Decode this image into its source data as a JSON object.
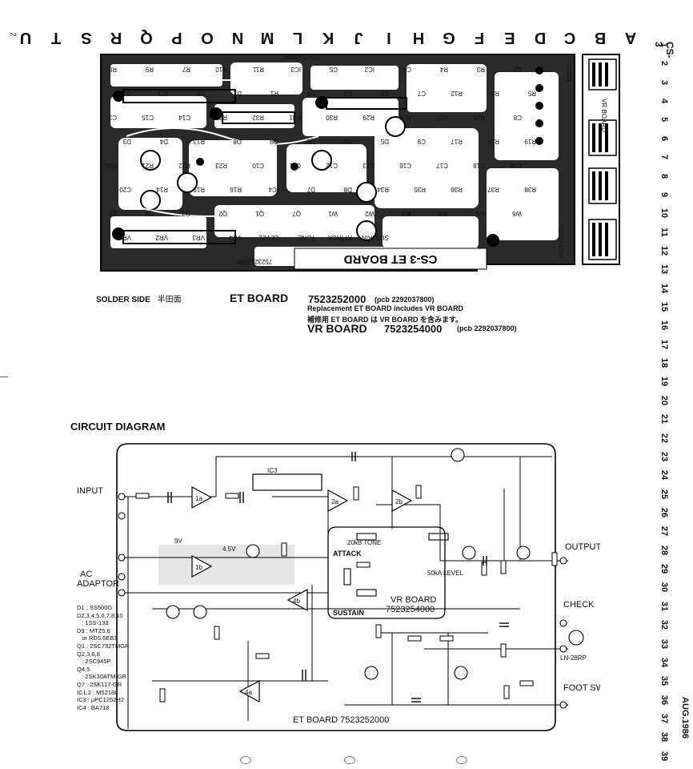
{
  "page": {
    "page_number": "2",
    "board_id": "CS-3",
    "date": "AUG.1986"
  },
  "grid": {
    "letters": [
      "A",
      "B",
      "C",
      "D",
      "E",
      "F",
      "G",
      "H",
      "I",
      "J",
      "K",
      "L",
      "M",
      "N",
      "O",
      "P",
      "Q",
      "R",
      "S",
      "T",
      "U"
    ],
    "numbers": [
      "1",
      "2",
      "3",
      "4",
      "5",
      "6",
      "7",
      "8",
      "9",
      "10",
      "11",
      "12",
      "13",
      "14",
      "15",
      "16",
      "17",
      "18",
      "19",
      "20",
      "21",
      "22",
      "23",
      "24",
      "25",
      "26",
      "27",
      "28",
      "29",
      "30",
      "31",
      "32",
      "33",
      "34",
      "35",
      "36",
      "37",
      "38",
      "39"
    ]
  },
  "pcb": {
    "board_title": "CS-3 ET BOARD",
    "board_number": "7523252000",
    "pcb_number": "2292037800",
    "vr_board_title": "VR BOARD",
    "vr_board_number": "7523254000",
    "vr_board_code": "22920",
    "labels": [
      "R8",
      "R9",
      "R7",
      "R10",
      "R11",
      "IC3",
      "C5",
      "IC2",
      "C4",
      "R4",
      "R3",
      "C2",
      "C1",
      "IC1",
      "D2",
      "D1",
      "R1",
      "D9",
      "R2",
      "C6",
      "C7",
      "R12",
      "R6",
      "R5",
      "C3",
      "C15",
      "C14",
      "R33",
      "R32",
      "R31",
      "R30",
      "R29",
      "R28",
      "R27",
      "R26",
      "C8",
      "D3",
      "D4",
      "R13",
      "Q8",
      "Q9",
      "Q6",
      "D6",
      "D5",
      "C9",
      "R17",
      "R18",
      "R19",
      "R20",
      "R21",
      "R22",
      "R23",
      "C10",
      "C11",
      "C12",
      "C13",
      "C16",
      "C17",
      "C18",
      "C19",
      "C20",
      "R14",
      "R15",
      "R16",
      "IC4",
      "D7",
      "D8",
      "R34",
      "R35",
      "R36",
      "R37",
      "R38",
      "Q5",
      "Q4",
      "Q3",
      "Q2",
      "Q1",
      "Q7",
      "W1",
      "W2",
      "W3",
      "W4",
      "W5",
      "W6",
      "VR1",
      "VR2",
      "VR3",
      "VR4",
      "LEVEL",
      "TONE",
      "ATTACK",
      "SUSTAIN"
    ]
  },
  "info": {
    "solder_side": "SOLDER SIDE",
    "solder_side_jp": "半田面",
    "et_board_label": "ET BOARD",
    "et_board_code": "7523252000",
    "et_pcb": "(pcb 2292037800)",
    "replacement_note": "Replacement ET BOARD includes VR BOARD",
    "replacement_note_jp": "補修用 ET BOARD は VR BOARD を含みます。",
    "vr_board_label": "VR BOARD",
    "vr_board_code": "7523254000",
    "vr_pcb": "(pcb 2292037800)"
  },
  "circuit": {
    "title": "CIRCUIT DIAGRAM",
    "io": {
      "input": "INPUT",
      "output": "OUTPUT",
      "ac_adaptor_1": "AC",
      "ac_adaptor_2": "ADAPTOR",
      "check": "CHECK",
      "foot_sw": "FOOT SW",
      "led": "LN-28RP"
    },
    "boards": {
      "et_board": "ET BOARD 7523252000",
      "vr_board": "VR BOARD",
      "vr_board_code": "7523254000"
    },
    "controls": {
      "tone": "20kB TONE",
      "attack": "ATTACK",
      "sustain": "SUSTAIN",
      "level": "50kA LEVEL"
    },
    "voltages": [
      "9V",
      "4.5V"
    ],
    "ic_labels": [
      "IC3",
      "1a",
      "1b",
      "2a",
      "2b",
      "4a",
      "4b"
    ],
    "parts_list": [
      "D1 : SS500G",
      "D2,3,4,5,6,7,8,10",
      "   : 1SS-133",
      "D9 : MTZ5.6",
      "   or RD5.6EB3",
      "Q1 : 2SC732TMGR",
      "Q2,3,6,8",
      "   : 2SC945P",
      "Q4,5",
      "   : 2SK30ATM-GR",
      "Q7 : 2SK117-GR",
      "IC1,2 : M5218L",
      "IC3 : μPC1252H2",
      "IC4 : BA718"
    ]
  },
  "colors": {
    "ink": "#111111",
    "paper": "#ffffff",
    "copper": "#1a1a1a",
    "shade": "#cfcfcf"
  }
}
